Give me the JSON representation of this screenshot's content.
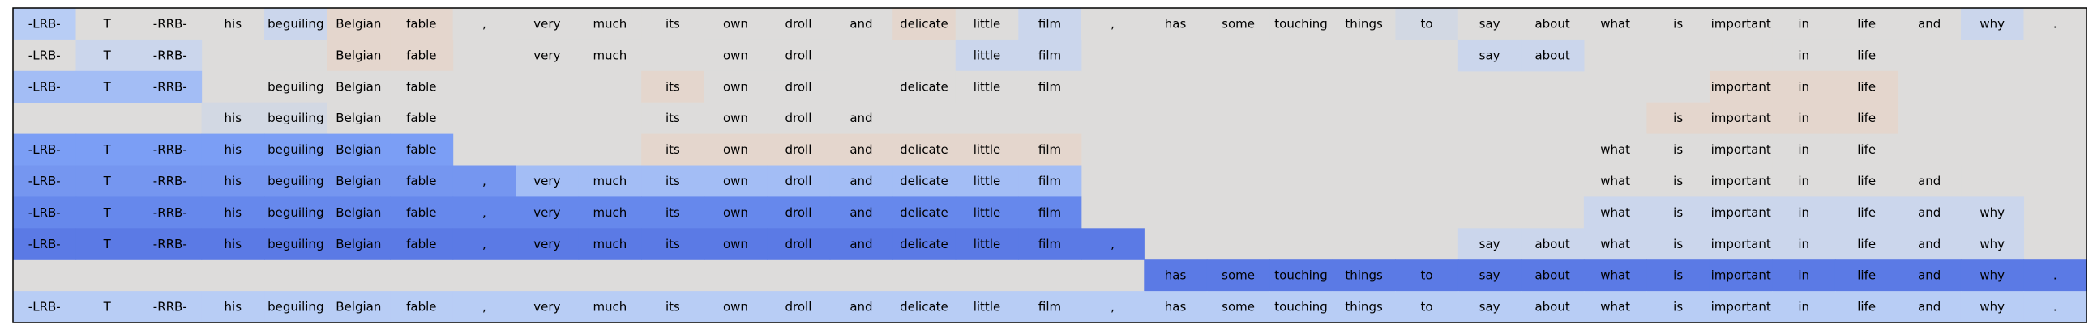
{
  "chart_data": {
    "type": "heatmap",
    "tokens": [
      "-LRB-",
      "T",
      "-RRB-",
      "his",
      "beguiling",
      "Belgian",
      "fable",
      ",",
      "very",
      "much",
      "its",
      "own",
      "droll",
      "and",
      "delicate",
      "little",
      "film",
      ",",
      "has",
      "some",
      "touching",
      "things",
      "to",
      "say",
      "about",
      "what",
      "is",
      "important",
      "in",
      "life",
      "and",
      "why",
      "."
    ],
    "rows": [
      {
        "cells": [
          [
            0,
            "#b8cdf5"
          ],
          [
            1,
            "#dddcdb"
          ],
          [
            2,
            "#dddcdb"
          ],
          [
            3,
            "#dddcdb"
          ],
          [
            4,
            "#cbd6ec"
          ],
          [
            5,
            "#e4d6cd"
          ],
          [
            6,
            "#e4d6cd"
          ],
          [
            7,
            "#dddcdb"
          ],
          [
            8,
            "#dddcdb"
          ],
          [
            9,
            "#dddcdb"
          ],
          [
            10,
            "#dddcdb"
          ],
          [
            11,
            "#dddcdb"
          ],
          [
            12,
            "#dddcdb"
          ],
          [
            13,
            "#dddcdb"
          ],
          [
            14,
            "#e4d6cd"
          ],
          [
            15,
            "#dddcdb"
          ],
          [
            16,
            "#cbd6ec"
          ],
          [
            17,
            "#dddcdb"
          ],
          [
            18,
            "#dddcdb"
          ],
          [
            19,
            "#dddcdb"
          ],
          [
            20,
            "#dddcdb"
          ],
          [
            21,
            "#dddcdb"
          ],
          [
            22,
            "#d2d8e3"
          ],
          [
            23,
            "#dddcdb"
          ],
          [
            24,
            "#dddcdb"
          ],
          [
            25,
            "#dddcdb"
          ],
          [
            26,
            "#dddcdb"
          ],
          [
            27,
            "#dddcdb"
          ],
          [
            28,
            "#dddcdb"
          ],
          [
            29,
            "#dddcdb"
          ],
          [
            30,
            "#dddcdb"
          ],
          [
            31,
            "#cbd6ec"
          ],
          [
            32,
            "#dddcdb"
          ]
        ]
      },
      {
        "cells": [
          [
            0,
            "#dddcdb"
          ],
          [
            1,
            "#cbd6ec"
          ],
          [
            2,
            "#cbd6ec"
          ],
          [
            5,
            "#e4d6cd"
          ],
          [
            6,
            "#e4d6cd"
          ],
          [
            8,
            "#dddcdb"
          ],
          [
            9,
            "#dddcdb"
          ],
          [
            11,
            "#dddcdb"
          ],
          [
            12,
            "#dddcdb"
          ],
          [
            15,
            "#cbd6ec"
          ],
          [
            16,
            "#cbd6ec"
          ],
          [
            23,
            "#cbd6ec"
          ],
          [
            24,
            "#cbd6ec"
          ],
          [
            28,
            "#dddcdb"
          ],
          [
            29,
            "#dddcdb"
          ]
        ]
      },
      {
        "cells": [
          [
            0,
            "#a3bdf5"
          ],
          [
            1,
            "#a3bdf5"
          ],
          [
            2,
            "#a3bdf5"
          ],
          [
            4,
            "#dddcdb"
          ],
          [
            5,
            "#dddcdb"
          ],
          [
            6,
            "#dddcdb"
          ],
          [
            10,
            "#e4d6cd"
          ],
          [
            11,
            "#dddcdb"
          ],
          [
            12,
            "#dddcdb"
          ],
          [
            14,
            "#dddcdb"
          ],
          [
            15,
            "#dddcdb"
          ],
          [
            16,
            "#dddcdb"
          ],
          [
            27,
            "#e4d6cd"
          ],
          [
            28,
            "#e4d6cd"
          ],
          [
            29,
            "#e4d6cd"
          ]
        ]
      },
      {
        "cells": [
          [
            3,
            "#d2d8e3"
          ],
          [
            4,
            "#d2d8e3"
          ],
          [
            5,
            "#dddcdb"
          ],
          [
            6,
            "#dddcdb"
          ],
          [
            10,
            "#dddcdb"
          ],
          [
            11,
            "#dddcdb"
          ],
          [
            12,
            "#dddcdb"
          ],
          [
            13,
            "#dddcdb"
          ],
          [
            26,
            "#e4d6cd"
          ],
          [
            27,
            "#e4d6cd"
          ],
          [
            28,
            "#e4d6cd"
          ],
          [
            29,
            "#e4d6cd"
          ]
        ]
      },
      {
        "cells": [
          [
            0,
            "#7b9ef5"
          ],
          [
            1,
            "#7b9ef5"
          ],
          [
            2,
            "#7b9ef5"
          ],
          [
            3,
            "#7b9ef5"
          ],
          [
            4,
            "#7b9ef5"
          ],
          [
            5,
            "#7b9ef5"
          ],
          [
            6,
            "#7b9ef5"
          ],
          [
            10,
            "#e4d6cd"
          ],
          [
            11,
            "#e4d6cd"
          ],
          [
            12,
            "#e4d6cd"
          ],
          [
            13,
            "#e4d6cd"
          ],
          [
            14,
            "#e4d6cd"
          ],
          [
            15,
            "#e4d6cd"
          ],
          [
            16,
            "#e4d6cd"
          ],
          [
            25,
            "#dddcdb"
          ],
          [
            26,
            "#dddcdb"
          ],
          [
            27,
            "#dddcdb"
          ],
          [
            28,
            "#dddcdb"
          ],
          [
            29,
            "#dddcdb"
          ]
        ]
      },
      {
        "cells": [
          [
            0,
            "#7596f0"
          ],
          [
            1,
            "#7596f0"
          ],
          [
            2,
            "#7596f0"
          ],
          [
            3,
            "#7596f0"
          ],
          [
            4,
            "#7596f0"
          ],
          [
            5,
            "#7596f0"
          ],
          [
            6,
            "#7596f0"
          ],
          [
            7,
            "#7596f0"
          ],
          [
            8,
            "#a3bdf5"
          ],
          [
            9,
            "#a3bdf5"
          ],
          [
            10,
            "#a3bdf5"
          ],
          [
            11,
            "#a3bdf5"
          ],
          [
            12,
            "#a3bdf5"
          ],
          [
            13,
            "#a3bdf5"
          ],
          [
            14,
            "#a3bdf5"
          ],
          [
            15,
            "#a3bdf5"
          ],
          [
            16,
            "#a3bdf5"
          ],
          [
            25,
            "#dddcdb"
          ],
          [
            26,
            "#dddcdb"
          ],
          [
            27,
            "#dddcdb"
          ],
          [
            28,
            "#dddcdb"
          ],
          [
            29,
            "#dddcdb"
          ],
          [
            30,
            "#dddcdb"
          ]
        ]
      },
      {
        "cells": [
          [
            0,
            "#6688ec"
          ],
          [
            1,
            "#6688ec"
          ],
          [
            2,
            "#6688ec"
          ],
          [
            3,
            "#6688ec"
          ],
          [
            4,
            "#6688ec"
          ],
          [
            5,
            "#6688ec"
          ],
          [
            6,
            "#6688ec"
          ],
          [
            7,
            "#6688ec"
          ],
          [
            8,
            "#6688ec"
          ],
          [
            9,
            "#6688ec"
          ],
          [
            10,
            "#6688ec"
          ],
          [
            11,
            "#6688ec"
          ],
          [
            12,
            "#6688ec"
          ],
          [
            13,
            "#6688ec"
          ],
          [
            14,
            "#6688ec"
          ],
          [
            15,
            "#6688ec"
          ],
          [
            16,
            "#6688ec"
          ],
          [
            25,
            "#cbd6ec"
          ],
          [
            26,
            "#cbd6ec"
          ],
          [
            27,
            "#cbd6ec"
          ],
          [
            28,
            "#cbd6ec"
          ],
          [
            29,
            "#cbd6ec"
          ],
          [
            30,
            "#cbd6ec"
          ],
          [
            31,
            "#cbd6ec"
          ]
        ]
      },
      {
        "cells": [
          [
            0,
            "#5b7ae5"
          ],
          [
            1,
            "#5b7ae5"
          ],
          [
            2,
            "#5b7ae5"
          ],
          [
            3,
            "#5b7ae5"
          ],
          [
            4,
            "#5b7ae5"
          ],
          [
            5,
            "#5b7ae5"
          ],
          [
            6,
            "#5b7ae5"
          ],
          [
            7,
            "#5b7ae5"
          ],
          [
            8,
            "#5b7ae5"
          ],
          [
            9,
            "#5b7ae5"
          ],
          [
            10,
            "#5b7ae5"
          ],
          [
            11,
            "#5b7ae5"
          ],
          [
            12,
            "#5b7ae5"
          ],
          [
            13,
            "#5b7ae5"
          ],
          [
            14,
            "#5b7ae5"
          ],
          [
            15,
            "#5b7ae5"
          ],
          [
            16,
            "#5b7ae5"
          ],
          [
            17,
            "#5b7ae5"
          ],
          [
            23,
            "#cbd6ec"
          ],
          [
            24,
            "#cbd6ec"
          ],
          [
            25,
            "#cbd6ec"
          ],
          [
            26,
            "#cbd6ec"
          ],
          [
            27,
            "#cbd6ec"
          ],
          [
            28,
            "#cbd6ec"
          ],
          [
            29,
            "#cbd6ec"
          ],
          [
            30,
            "#cbd6ec"
          ],
          [
            31,
            "#cbd6ec"
          ]
        ]
      },
      {
        "cells": [
          [
            18,
            "#5b7ae5"
          ],
          [
            19,
            "#5b7ae5"
          ],
          [
            20,
            "#5b7ae5"
          ],
          [
            21,
            "#5b7ae5"
          ],
          [
            22,
            "#5b7ae5"
          ],
          [
            23,
            "#5b7ae5"
          ],
          [
            24,
            "#5b7ae5"
          ],
          [
            25,
            "#5b7ae5"
          ],
          [
            26,
            "#5b7ae5"
          ],
          [
            27,
            "#5b7ae5"
          ],
          [
            28,
            "#5b7ae5"
          ],
          [
            29,
            "#5b7ae5"
          ],
          [
            30,
            "#5b7ae5"
          ],
          [
            31,
            "#5b7ae5"
          ],
          [
            32,
            "#5b7ae5"
          ]
        ]
      },
      {
        "cells": [
          [
            0,
            "#b8cdf5"
          ],
          [
            1,
            "#b8cdf5"
          ],
          [
            2,
            "#b8cdf5"
          ],
          [
            3,
            "#b8cdf5"
          ],
          [
            4,
            "#b8cdf5"
          ],
          [
            5,
            "#b8cdf5"
          ],
          [
            6,
            "#b8cdf5"
          ],
          [
            7,
            "#b8cdf5"
          ],
          [
            8,
            "#b8cdf5"
          ],
          [
            9,
            "#b8cdf5"
          ],
          [
            10,
            "#b8cdf5"
          ],
          [
            11,
            "#b8cdf5"
          ],
          [
            12,
            "#b8cdf5"
          ],
          [
            13,
            "#b8cdf5"
          ],
          [
            14,
            "#b8cdf5"
          ],
          [
            15,
            "#b8cdf5"
          ],
          [
            16,
            "#b8cdf5"
          ],
          [
            17,
            "#b8cdf5"
          ],
          [
            18,
            "#b8cdf5"
          ],
          [
            19,
            "#b8cdf5"
          ],
          [
            20,
            "#b8cdf5"
          ],
          [
            21,
            "#b8cdf5"
          ],
          [
            22,
            "#b8cdf5"
          ],
          [
            23,
            "#b8cdf5"
          ],
          [
            24,
            "#b8cdf5"
          ],
          [
            25,
            "#b8cdf5"
          ],
          [
            26,
            "#b8cdf5"
          ],
          [
            27,
            "#b8cdf5"
          ],
          [
            28,
            "#b8cdf5"
          ],
          [
            29,
            "#b8cdf5"
          ],
          [
            30,
            "#b8cdf5"
          ],
          [
            31,
            "#b8cdf5"
          ],
          [
            32,
            "#b8cdf5"
          ]
        ]
      }
    ],
    "background_color": "#dddcdb",
    "border_color": "#000000",
    "grid": false
  }
}
